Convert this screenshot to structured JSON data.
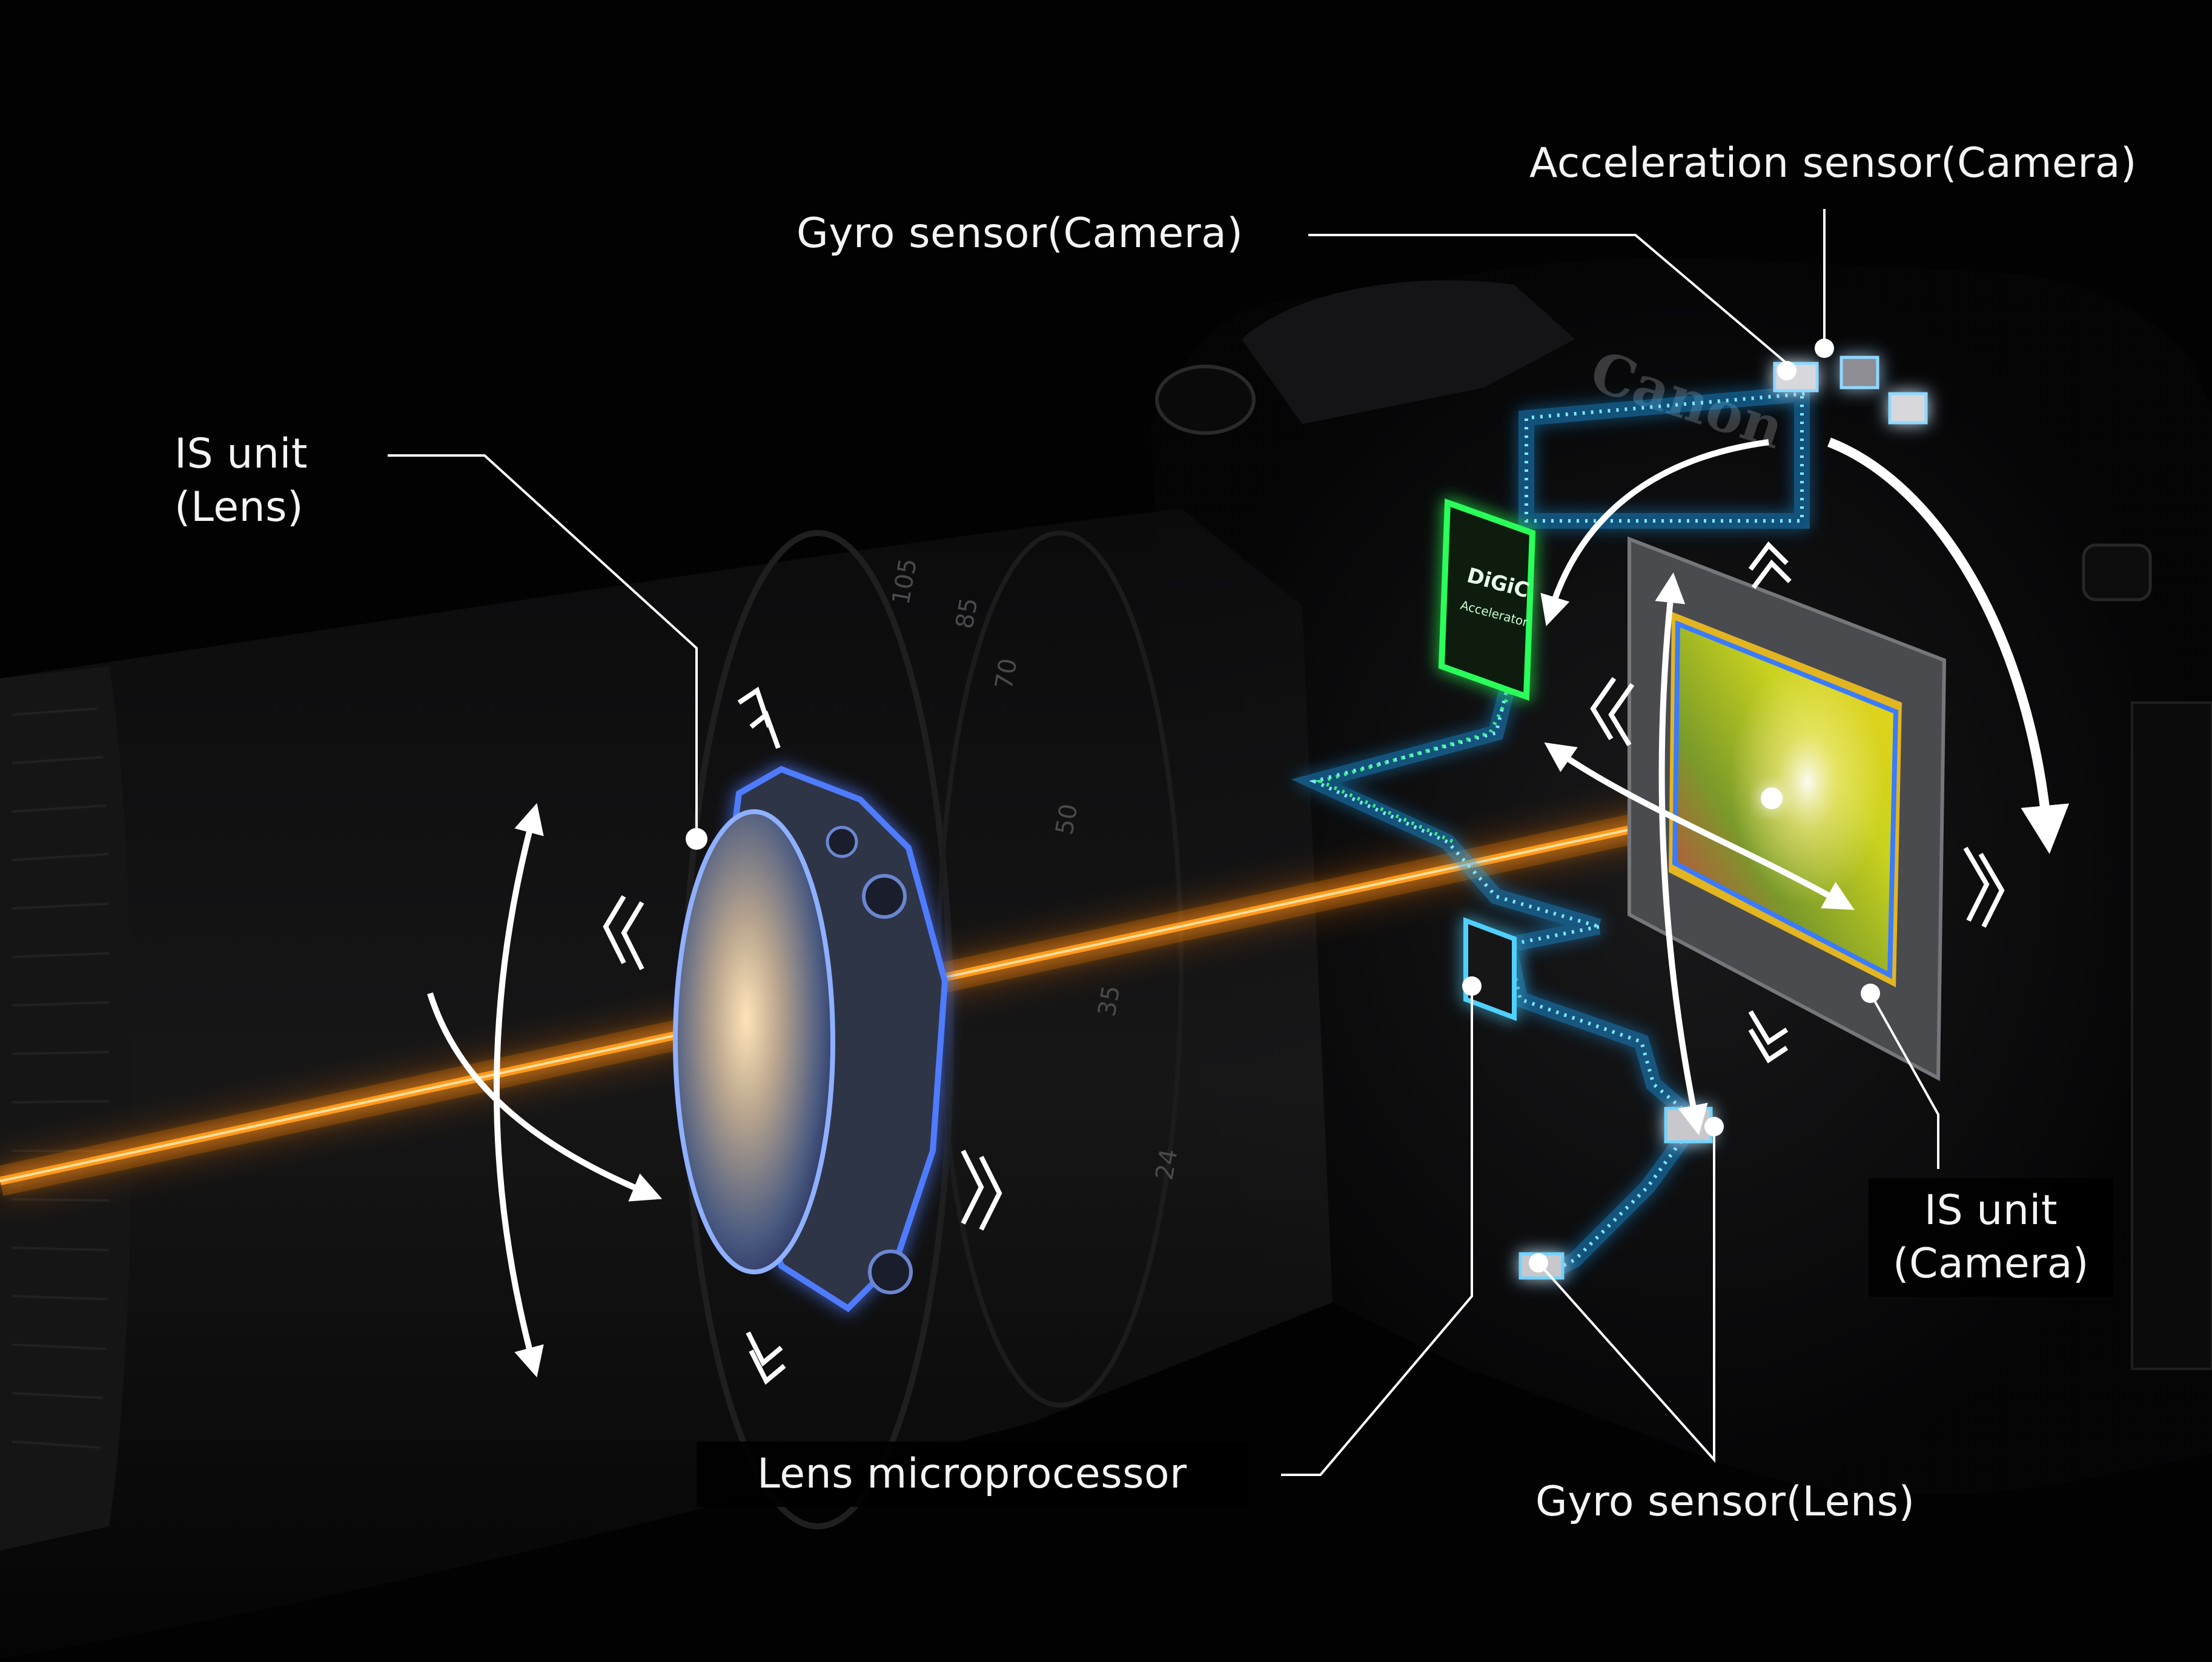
{
  "labels": {
    "acceleration_sensor_camera": "Acceleration sensor(Camera)",
    "gyro_sensor_camera": "Gyro sensor(Camera)",
    "is_unit_lens_line1": "IS unit",
    "is_unit_lens_line2": "(Lens)",
    "is_unit_camera_line1": "IS unit",
    "is_unit_camera_line2": "(Camera)",
    "lens_microprocessor": "Lens microprocessor",
    "gyro_sensor_lens": "Gyro sensor(Lens)"
  },
  "chip": {
    "brand": "DiGiC",
    "subtitle": "Accelerator"
  },
  "camera_logo": "Canon",
  "focal_markings": [
    "105",
    "85",
    "70",
    "50",
    "35",
    "24"
  ],
  "colors": {
    "background": "#000000",
    "light_beam": "#ff9a1a",
    "signal_path": "#2ec8ff",
    "digic_glow": "#2bff5a",
    "leader_line": "#ffffff",
    "label_text": "#f4f4f4"
  }
}
